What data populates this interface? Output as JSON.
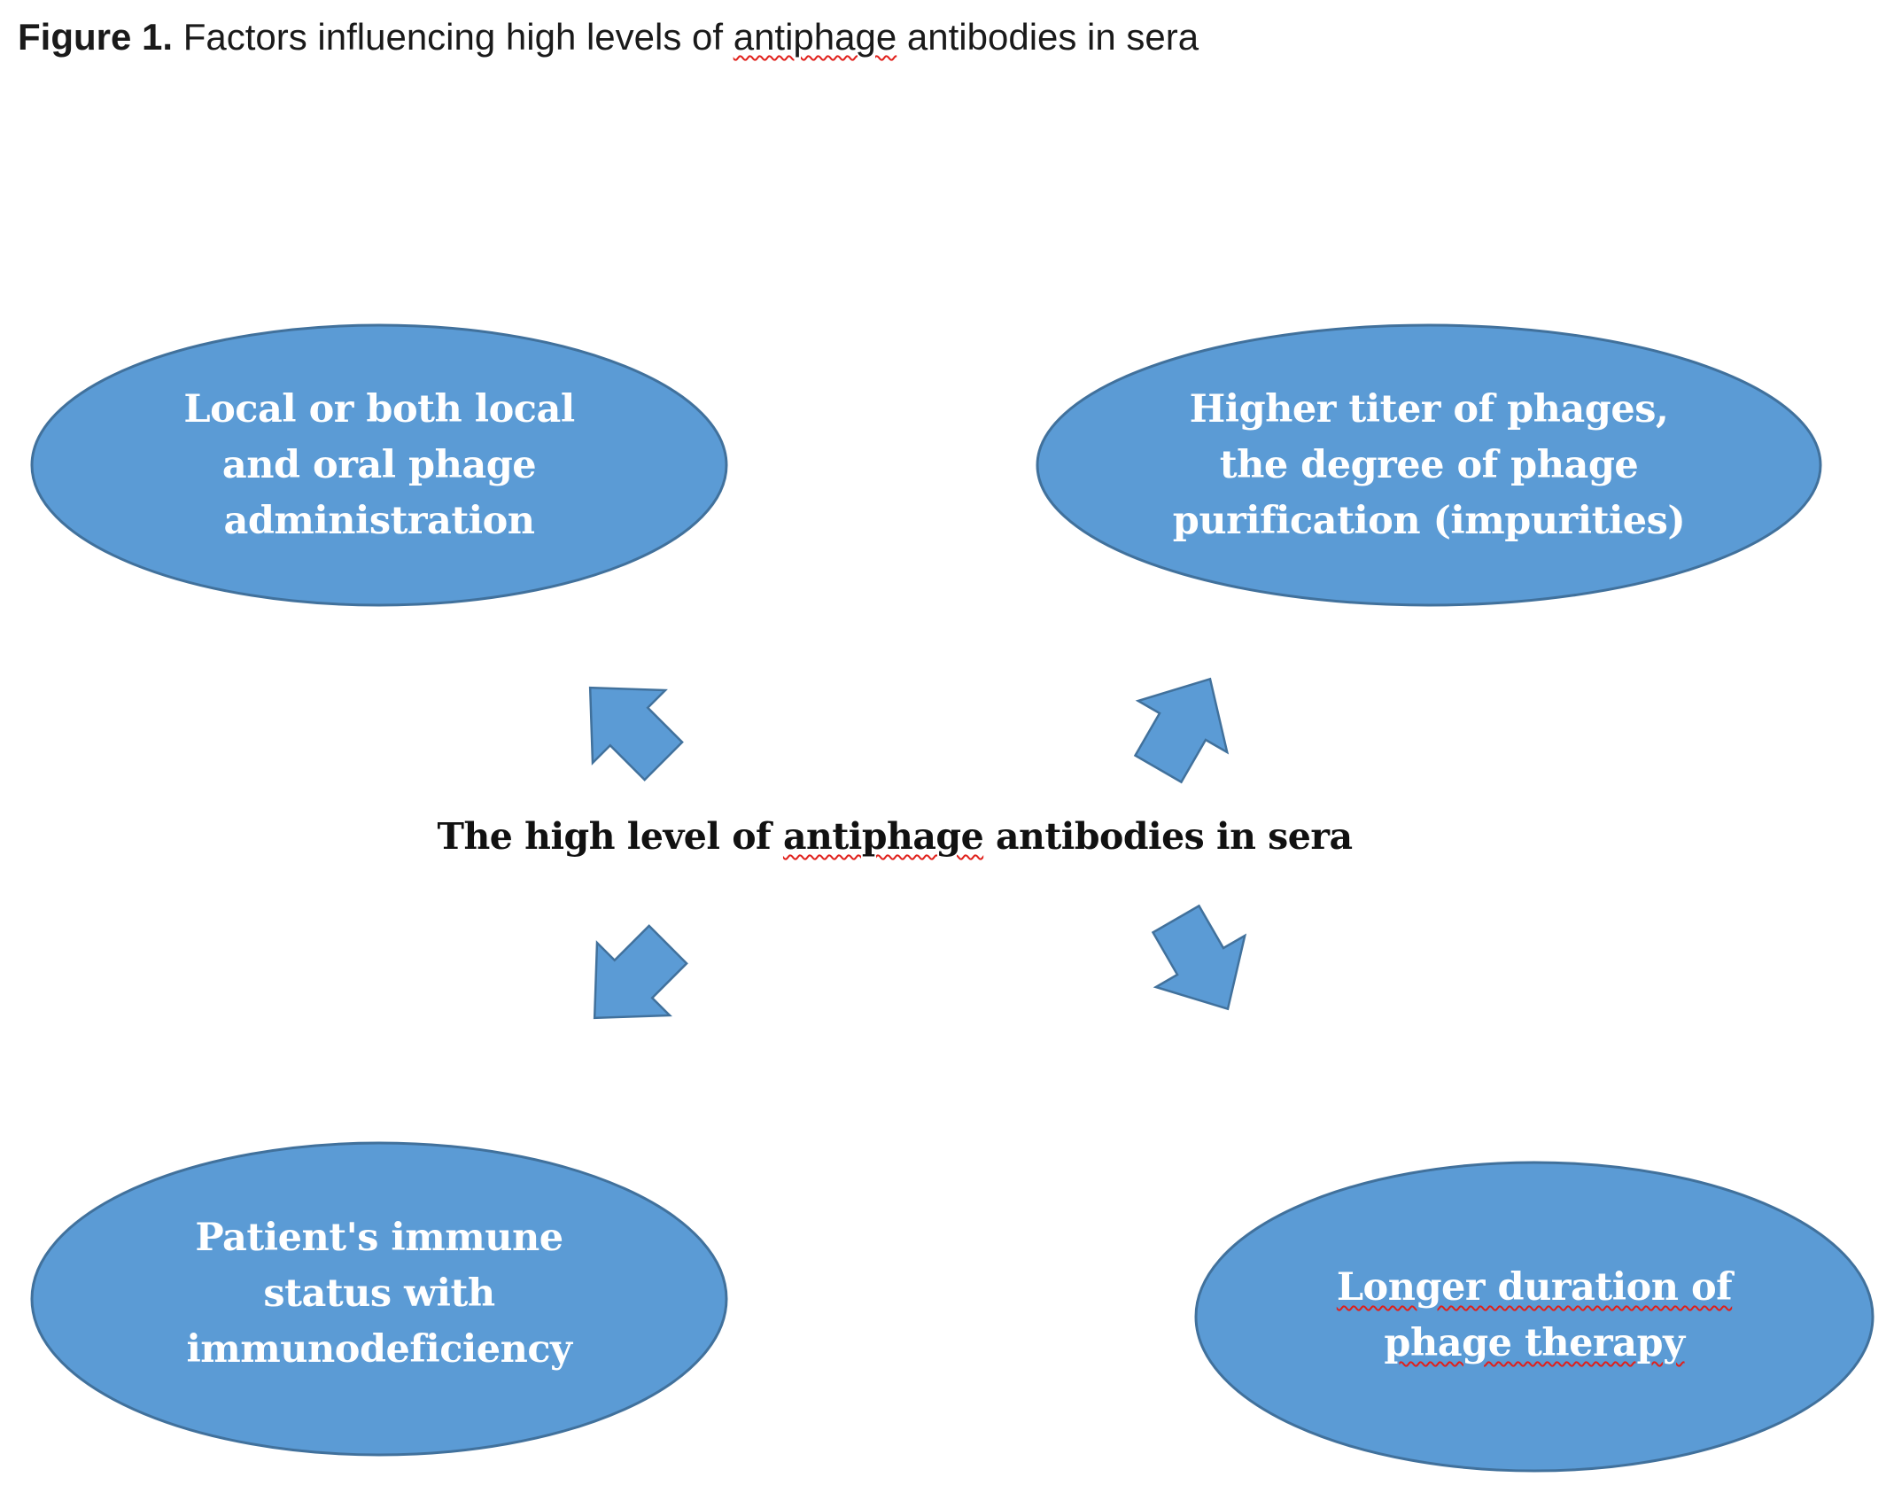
{
  "caption": {
    "label": "Figure 1.",
    "title_before": "Factors influencing high levels of",
    "title_flagged": "antiphage",
    "title_after": "antibodies in sera"
  },
  "center": {
    "before": "The high level of",
    "flagged": "antiphage",
    "after": "antibodies in sera"
  },
  "nodes": {
    "top_left": "Local or both local\nand oral phage\nadministration",
    "top_right": "Higher titer of phages,\nthe degree of phage\npurification (impurities)",
    "bottom_left": "Patient's immune\nstatus with\nimmunodeficiency",
    "bottom_right_line1": "Longer duration of",
    "bottom_right_line2": "phage therapy"
  },
  "colors": {
    "node_fill": "#5b9bd5",
    "node_stroke": "#41719c",
    "arrow_fill": "#5b9bd5",
    "arrow_stroke": "#41719c"
  }
}
